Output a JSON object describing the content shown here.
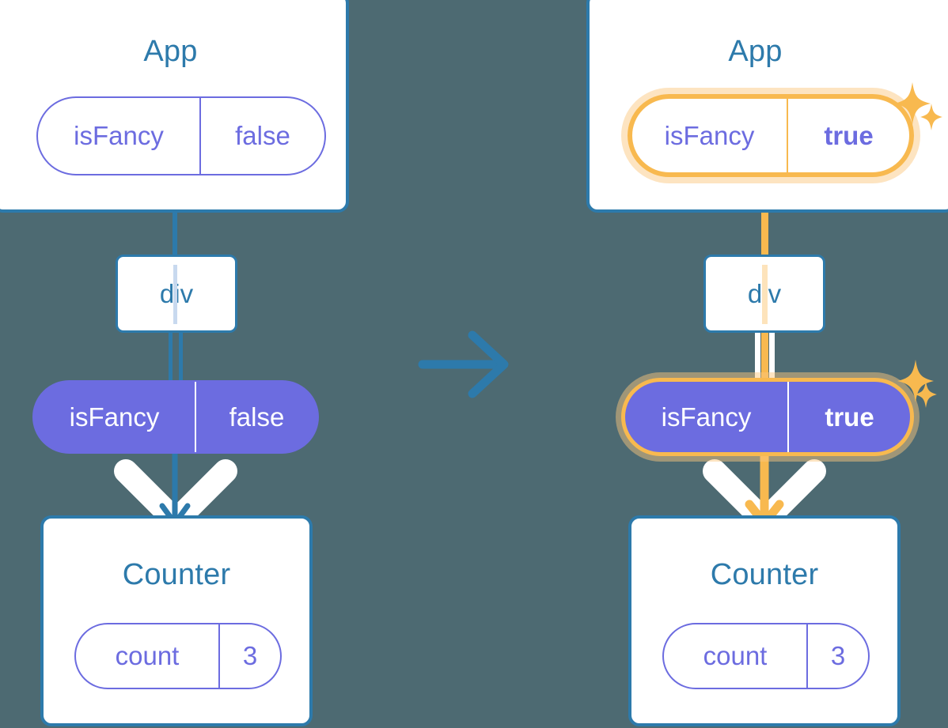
{
  "diagram": {
    "title": "React state update propagation: isFancy false to true",
    "background_color": "#4d6a72",
    "accent_blue": "#2d7aab",
    "accent_purple": "#6c6ce0",
    "accent_orange": "#f8b94f",
    "transition_icon": "right-arrow-icon"
  },
  "panels": [
    {
      "id": "before",
      "app": {
        "title": "App",
        "state_pill": {
          "key": "isFancy",
          "value": "false",
          "highlighted": false
        }
      },
      "div": {
        "label": "div"
      },
      "prop_pill": {
        "key": "isFancy",
        "value": "false",
        "highlighted": false
      },
      "counter": {
        "title": "Counter",
        "state_pill": {
          "key": "count",
          "value": "3",
          "highlighted": false
        }
      }
    },
    {
      "id": "after",
      "app": {
        "title": "App",
        "state_pill": {
          "key": "isFancy",
          "value": "true",
          "highlighted": true
        }
      },
      "div": {
        "label": "div"
      },
      "prop_pill": {
        "key": "isFancy",
        "value": "true",
        "highlighted": true
      },
      "counter": {
        "title": "Counter",
        "state_pill": {
          "key": "count",
          "value": "3",
          "highlighted": false
        }
      }
    }
  ],
  "sparkles": [
    {
      "near": "app-state-pill-after",
      "size": "large"
    },
    {
      "near": "app-state-pill-after",
      "size": "small"
    },
    {
      "near": "prop-pill-after",
      "size": "large"
    },
    {
      "near": "prop-pill-after",
      "size": "small"
    }
  ]
}
